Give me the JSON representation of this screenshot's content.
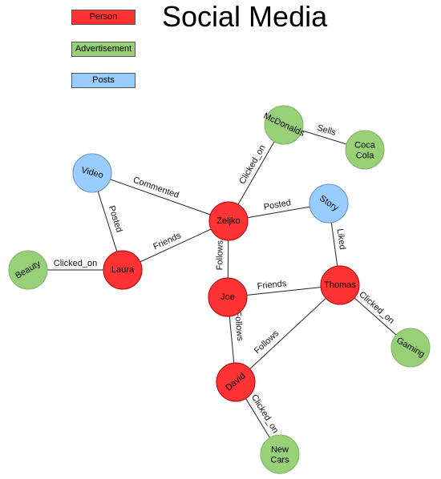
{
  "title": "Social Media",
  "legend": [
    {
      "label": "Person",
      "color": "#ff3333"
    },
    {
      "label": "Advertisement",
      "color": "#97d077"
    },
    {
      "label": "Posts",
      "color": "#99ccff"
    }
  ],
  "colors": {
    "person": "#ff3333",
    "advertisement": "#97d077",
    "posts": "#99ccff"
  },
  "nodes": [
    {
      "id": "mcdonalds",
      "label": "McDonalds",
      "kind": "advertisement"
    },
    {
      "id": "cocacola",
      "label": "Coca Cola",
      "kind": "advertisement"
    },
    {
      "id": "video",
      "label": "Video",
      "kind": "posts"
    },
    {
      "id": "zeljko",
      "label": "Zeljko",
      "kind": "person"
    },
    {
      "id": "story",
      "label": "Story",
      "kind": "posts"
    },
    {
      "id": "beauty",
      "label": "Beauty",
      "kind": "advertisement"
    },
    {
      "id": "laura",
      "label": "Laura",
      "kind": "person"
    },
    {
      "id": "joe",
      "label": "Joe",
      "kind": "person"
    },
    {
      "id": "thomas",
      "label": "Thomas",
      "kind": "person"
    },
    {
      "id": "gaming",
      "label": "Gaming",
      "kind": "advertisement"
    },
    {
      "id": "david",
      "label": "David",
      "kind": "person"
    },
    {
      "id": "newcars",
      "label": "New Cars",
      "kind": "advertisement"
    }
  ],
  "edges": [
    {
      "from": "mcdonalds",
      "to": "cocacola",
      "label": "Sells"
    },
    {
      "from": "zeljko",
      "to": "mcdonalds",
      "label": "Clicked_on"
    },
    {
      "from": "video",
      "to": "zeljko",
      "label": "Commented"
    },
    {
      "from": "video",
      "to": "laura",
      "label": "Posted"
    },
    {
      "from": "zeljko",
      "to": "story",
      "label": "Posted"
    },
    {
      "from": "laura",
      "to": "zeljko",
      "label": "Friends"
    },
    {
      "from": "beauty",
      "to": "laura",
      "label": "Clicked_on"
    },
    {
      "from": "zeljko",
      "to": "joe",
      "label": "Follows"
    },
    {
      "from": "story",
      "to": "thomas",
      "label": "Liked"
    },
    {
      "from": "joe",
      "to": "thomas",
      "label": "Friends"
    },
    {
      "from": "thomas",
      "to": "gaming",
      "label": "Clicked_on"
    },
    {
      "from": "joe",
      "to": "david",
      "label": "Follows"
    },
    {
      "from": "david",
      "to": "thomas",
      "label": "Follows"
    },
    {
      "from": "david",
      "to": "newcars",
      "label": "Clicked_on"
    }
  ]
}
